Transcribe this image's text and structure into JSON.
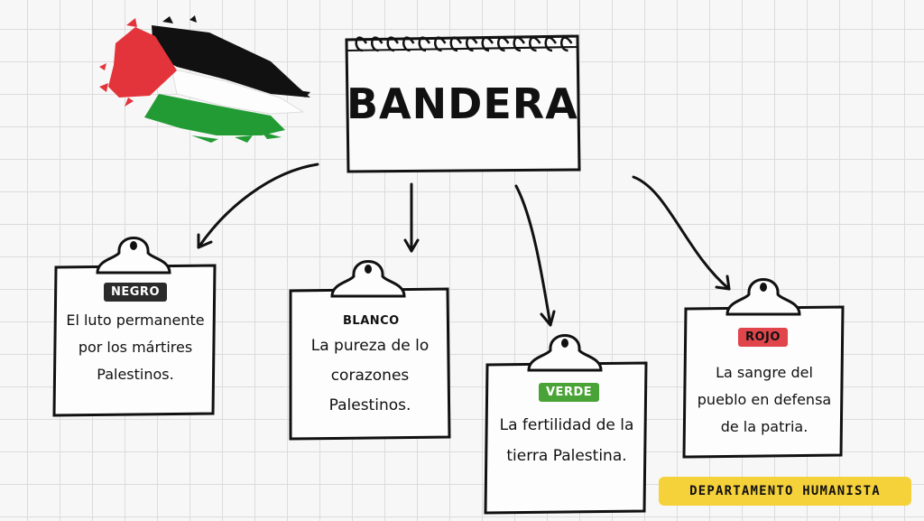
{
  "title": "BANDERA",
  "colors": {
    "black": "#1a1a1a",
    "white": "#ffffff",
    "green": "#239b35",
    "red": "#e3343b",
    "footer_bg": "#f5d13a"
  },
  "cards": [
    {
      "tag": "NEGRO",
      "tag_color": "#2b2b2b",
      "tag_text_color": "#ffffff",
      "lines": [
        "El luto permanente",
        "por los mártires",
        "Palestinos."
      ]
    },
    {
      "tag": "BLANCO",
      "tag_color": "#ffffff",
      "tag_text_color": "#111111",
      "lines": [
        "La pureza de lo",
        "corazones",
        "Palestinos."
      ]
    },
    {
      "tag": "VERDE",
      "tag_color": "#4aa336",
      "tag_text_color": "#ffffff",
      "lines": [
        "La fertilidad de la",
        "tierra Palestina."
      ]
    },
    {
      "tag": "ROJO",
      "tag_color": "#e0454c",
      "tag_text_color": "#111111",
      "lines": [
        "La sangre del",
        "pueblo en defensa",
        "de la patria."
      ]
    }
  ],
  "footer": "DEPARTAMENTO HUMANISTA"
}
